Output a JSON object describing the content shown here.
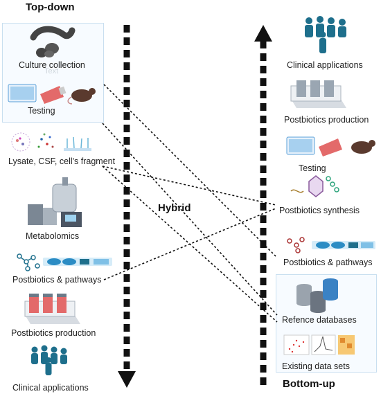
{
  "top_down": {
    "title": "Top-down",
    "items": [
      {
        "label": "Culture collection"
      },
      {
        "label": "Testing"
      },
      {
        "label": "Lysate, CSF, cell's fragment"
      },
      {
        "label": "Metabolomics"
      },
      {
        "label": "Postbiotics & pathways"
      },
      {
        "label": "Postbiotics production"
      },
      {
        "label": "Clinical applications"
      }
    ],
    "placeholder_text": "Text"
  },
  "bottom_up": {
    "title": "Bottom-up",
    "items": [
      {
        "label": "Clinical applications"
      },
      {
        "label": "Postbiotics production"
      },
      {
        "label": "Testing"
      },
      {
        "label": "Postbiotics synthesis"
      },
      {
        "label": "Postbiotics & pathways"
      },
      {
        "label": "Refence databases"
      },
      {
        "label": "Existing data sets"
      }
    ]
  },
  "hybrid": {
    "label": "Hybrid"
  },
  "colors": {
    "arrow": "#111111",
    "panel_border": "#c9dff0",
    "people": "#1e6f8c",
    "flask": "#e36a6a",
    "plate": "#5aa0d8"
  }
}
